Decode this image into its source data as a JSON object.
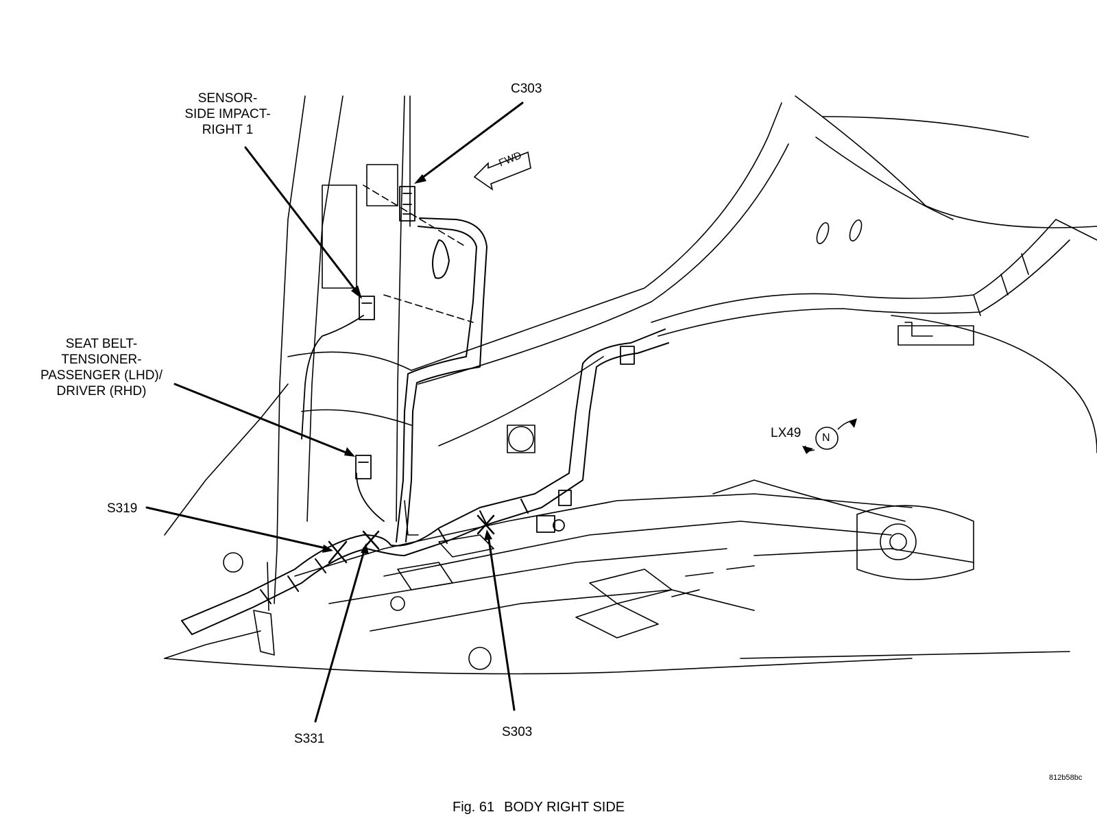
{
  "labels": {
    "sensor_side_impact": [
      "SENSOR-",
      "SIDE IMPACT-",
      "RIGHT 1"
    ],
    "c303": "C303",
    "fwd": "FWD",
    "seat_belt_tensioner": [
      "SEAT BELT-",
      "TENSIONER-",
      "PASSENGER (LHD)/",
      "DRIVER (RHD)"
    ],
    "lx49": "LX49",
    "north_marker": "N",
    "s319": "S319",
    "s331": "S331",
    "s303": "S303"
  },
  "image_code": "812b58bc",
  "caption": {
    "figure": "Fig. 61",
    "title": "BODY RIGHT SIDE"
  }
}
